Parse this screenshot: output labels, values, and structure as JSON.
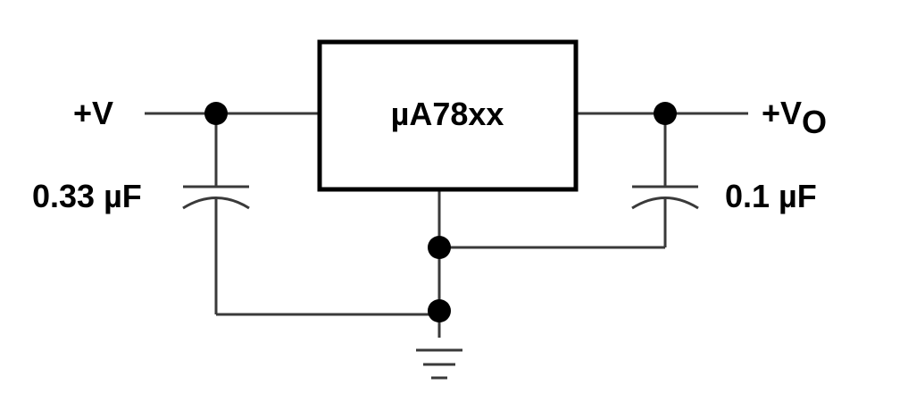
{
  "regulator": {
    "part": "µA78xx"
  },
  "input": {
    "label": "+V",
    "capacitor": "0.33 µF"
  },
  "output": {
    "label_main": "+V",
    "label_sub": "O",
    "capacitor": "0.1 µF"
  },
  "colors": {
    "wire": "#3a3a3a",
    "ink": "#000000",
    "background": "#ffffff"
  }
}
